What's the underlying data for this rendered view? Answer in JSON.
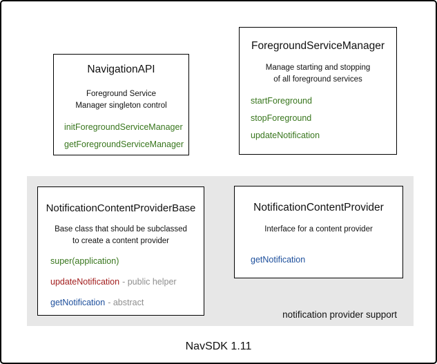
{
  "colors": {
    "method_green": "#38761d",
    "method_red": "#a32020",
    "method_blue": "#1d4f9c",
    "annotation_gray": "#8e8e8e",
    "panel_bg": "#e7e7e7",
    "box_border": "#000000"
  },
  "boxes": {
    "navigation_api": {
      "title": "NavigationAPI",
      "description": [
        "Foreground Service",
        "Manager singleton control"
      ],
      "methods": [
        {
          "name": "initForegroundServiceManager"
        },
        {
          "name": "getForegroundServiceManager"
        }
      ]
    },
    "foreground_service_manager": {
      "title": "ForegroundServiceManager",
      "description": [
        "Manage starting and stopping",
        "of all foreground services"
      ],
      "methods": [
        {
          "name": "startForeground"
        },
        {
          "name": "stopForeground"
        },
        {
          "name": "updateNotification"
        }
      ]
    },
    "notification_content_provider_base": {
      "title": "NotificationContentProviderBase",
      "description": [
        "Base class that should be subclassed",
        "to create a content provider"
      ],
      "methods": [
        {
          "name": "super(application)",
          "annotation": ""
        },
        {
          "name": "updateNotification",
          "annotation": "- public helper"
        },
        {
          "name": "getNotification",
          "annotation": "- abstract"
        }
      ]
    },
    "notification_content_provider": {
      "title": "NotificationContentProvider",
      "description": [
        "Interface for a content provider"
      ],
      "methods": [
        {
          "name": "getNotification"
        }
      ]
    }
  },
  "panel": {
    "label": "notification provider support"
  },
  "footer": {
    "label": "NavSDK 1.11"
  }
}
